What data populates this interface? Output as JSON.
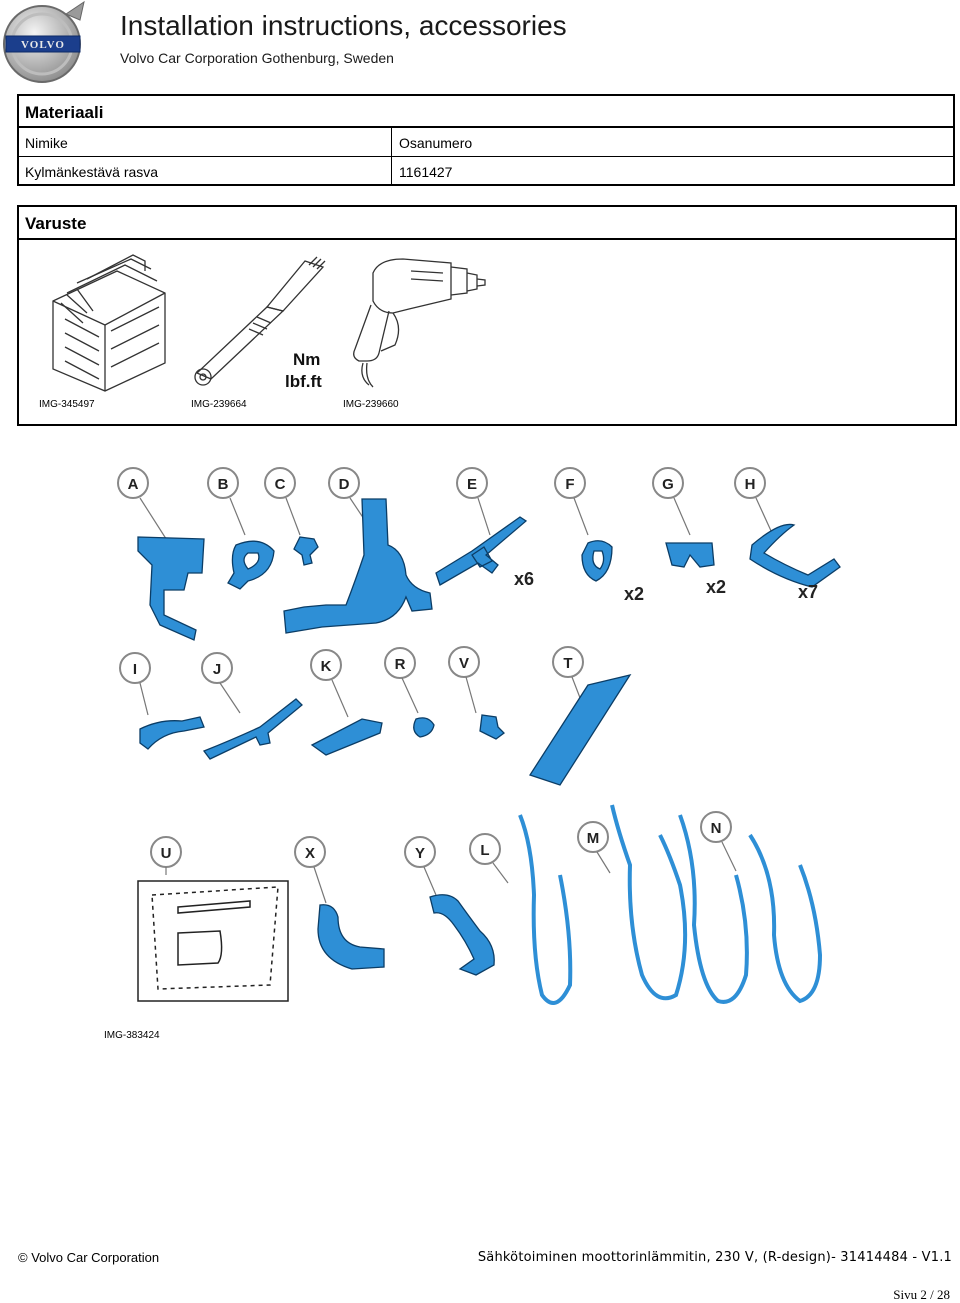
{
  "header": {
    "brand_logo": "volvo-logo",
    "title": "Installation instructions, accessories",
    "subtitle": "Volvo Car Corporation Gothenburg, Sweden"
  },
  "materials": {
    "heading": "Materiaali",
    "col_name": "Nimike",
    "col_part": "Osanumero",
    "rows": [
      {
        "name": "Kylmänkestävä rasva",
        "part": "1161427"
      }
    ]
  },
  "equipment": {
    "heading": "Varuste",
    "images": [
      {
        "caption": "IMG-345497",
        "icon": "toolbox-icon"
      },
      {
        "caption": "IMG-239664",
        "icon": "torque-wrench-icon",
        "unit1": "Nm",
        "unit2": "lbf.ft"
      },
      {
        "caption": "IMG-239660",
        "icon": "drill-icon"
      }
    ]
  },
  "parts": {
    "caption": "IMG-383424",
    "labels": [
      "A",
      "B",
      "C",
      "D",
      "E",
      "F",
      "G",
      "H",
      "I",
      "J",
      "K",
      "R",
      "V",
      "T",
      "U",
      "X",
      "Y",
      "L",
      "M",
      "N"
    ],
    "quantities": {
      "E": "x6",
      "F": "x2",
      "G": "x2",
      "H": "x7"
    },
    "accent_color": "#2e8fd6"
  },
  "footer": {
    "copyright": "© Volvo Car Corporation",
    "doc_title": "Sähkötoiminen moottorinlämmitin, 230 V, (R-design)- 31414484 - V1.1",
    "page": "Sivu 2 / 28"
  }
}
